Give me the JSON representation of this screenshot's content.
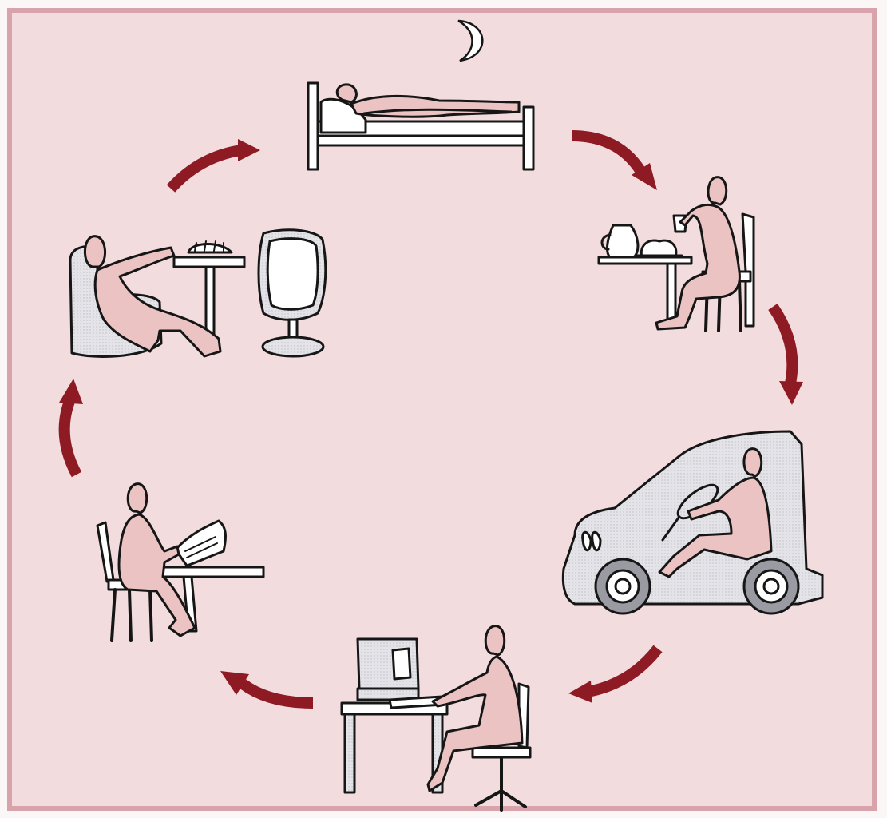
{
  "colors": {
    "page_bg": "#fbf7f7",
    "panel_bg": "#f2dcde",
    "frame": "#d9a3ab",
    "figure_fill": "#ecc3c3",
    "object_fill": "#e2e2e6",
    "line": "#161616",
    "arrow": "#8e1b24"
  },
  "cycle": {
    "direction": "clockwise",
    "stages": [
      {
        "id": "sleeping",
        "icon": "sleeping-in-bed-icon"
      },
      {
        "id": "breakfast",
        "icon": "eating-breakfast-icon"
      },
      {
        "id": "driving",
        "icon": "driving-car-icon"
      },
      {
        "id": "computer-work",
        "icon": "working-at-computer-icon"
      },
      {
        "id": "reading",
        "icon": "reading-at-table-icon"
      },
      {
        "id": "watching-tv",
        "icon": "watching-tv-icon"
      }
    ],
    "night_symbol": "crescent-moon-icon"
  }
}
